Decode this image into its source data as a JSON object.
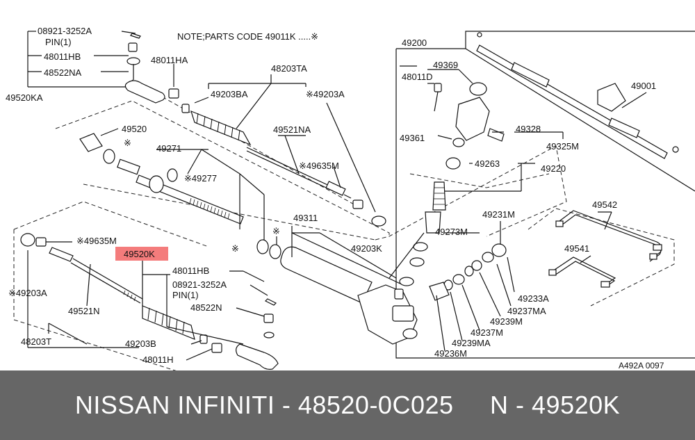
{
  "note": "NOTE;PARTS CODE 49011K .....※",
  "labels": {
    "p08921_top": "08921-3252A",
    "pin_top": "PIN(1)",
    "p48011HB_top": "48011HB",
    "p48522NA": "48522NA",
    "p49520KA": "49520KA",
    "p48011HA": "48011HA",
    "p48203TA": "48203TA",
    "p49203BA": "49203BA",
    "p49203A_top": "※49203A",
    "p49520": "49520",
    "p49521NA": "49521NA",
    "p49271": "49271",
    "p49635M_top": "※49635M",
    "p49277": "※49277",
    "p49635M_left": "※49635M",
    "p49520K": "49520K",
    "p48011HB_mid": "48011HB",
    "p08921_mid": "08921-3252A",
    "pin_mid": "PIN(1)",
    "p48522N": "48522N",
    "p49203A_left": "※49203A",
    "p49521N": "49521N",
    "p48203T": "48203T",
    "p49203B": "49203B",
    "p48011H": "48011H",
    "p49311": "49311",
    "p49203K": "49203K",
    "p49200": "49200",
    "p49369": "49369",
    "p48011D": "48011D",
    "p49361": "49361",
    "p49328": "49328",
    "p49325M": "49325M",
    "p49263": "49263",
    "p49220": "49220",
    "p49231M": "49231M",
    "p49273M": "49273M",
    "p49233A": "49233A",
    "p49237MA": "49237MA",
    "p49239M": "49239M",
    "p49237M": "49237M",
    "p49239MA": "49239MA",
    "p49236M": "49236M",
    "p49001": "49001",
    "p49542": "49542",
    "p49541": "49541",
    "mark1": "※",
    "mark2": "※",
    "mark3": "※",
    "ref_code": "A492A 0097"
  },
  "footer": {
    "brand": "NISSAN INFINITI - 48520-0C025",
    "ref": "N - 49520K"
  },
  "colors": {
    "highlight": "#f47c7c",
    "footer_bg": "#666666"
  }
}
